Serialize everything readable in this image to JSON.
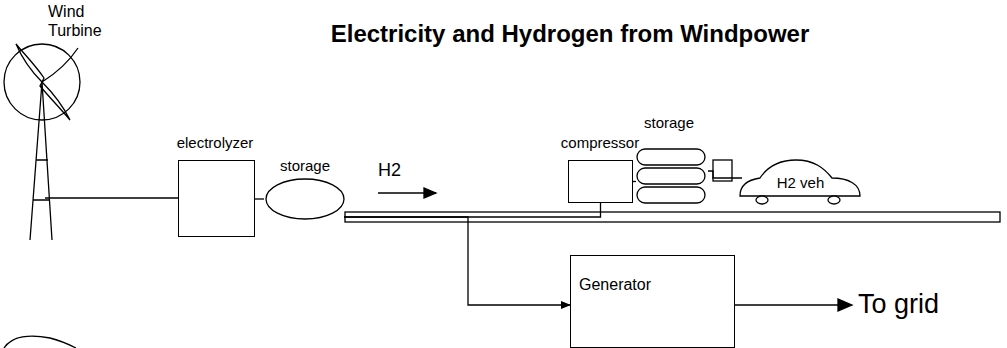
{
  "diagram": {
    "title": "Electricity and Hydrogen from Windpower",
    "nodes": [
      {
        "text": [
          "Wind Turbine"
        ]
      },
      {
        "text": [
          "electrolyzer"
        ]
      },
      {
        "text": [
          "storage"
        ]
      },
      {
        "text": [
          "compressor"
        ]
      },
      {
        "text": [
          "storage"
        ]
      },
      {
        "text": [
          "H2 veh"
        ]
      },
      {
        "text": [
          "Generator"
        ]
      }
    ],
    "edges": [
      {
        "from": 0,
        "to": 1,
        "arrow": "none"
      },
      {
        "from": 1,
        "to": 2,
        "arrow": "none"
      },
      {
        "from": 2,
        "to": 3,
        "arrow": "none"
      },
      {
        "from": 3,
        "to": 4,
        "arrow": "none"
      },
      {
        "from": 4,
        "to": 5,
        "arrow": "none"
      },
      {
        "from": 2,
        "to": 6,
        "arrow": "to"
      }
    ],
    "labels": [
      "H2",
      "To grid"
    ]
  }
}
